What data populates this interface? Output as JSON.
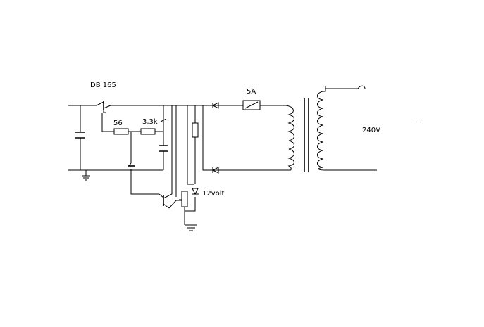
{
  "diagram": {
    "background": "#ffffff",
    "ink": "#000000",
    "labels": {
      "transistor": "DB 165",
      "resistor_1": "56",
      "resistor_2": "3,3k",
      "fuse": "5A",
      "transformer": "240V",
      "zener": "12volt",
      "dots": ". ."
    }
  }
}
